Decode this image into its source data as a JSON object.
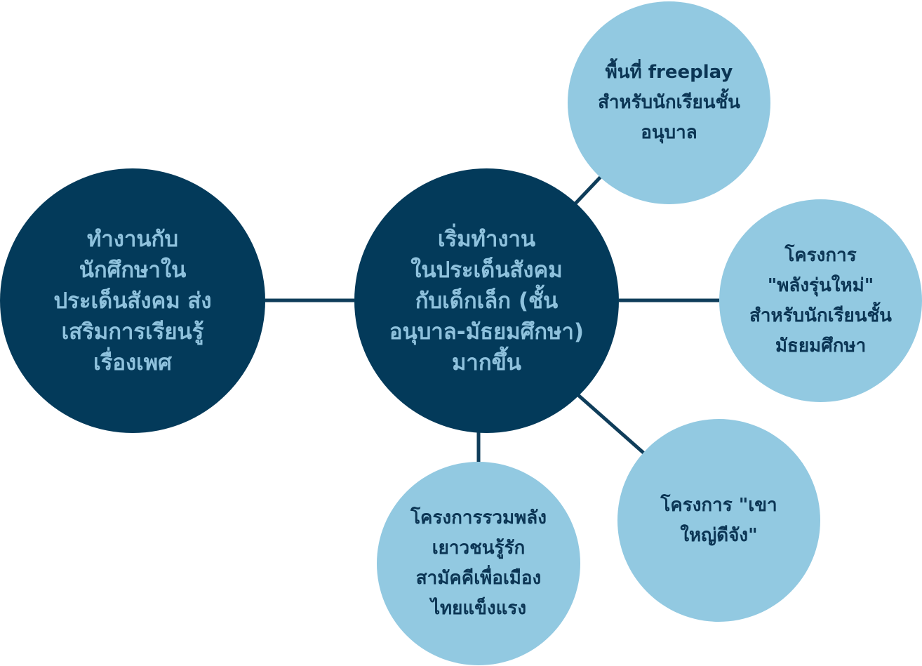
{
  "colors": {
    "dark_node": "#033a5a",
    "dark_text": "#8fc2dd",
    "light_node": "#92c9e1",
    "light_text": "#0b3554",
    "connector": "#0f3d5a"
  },
  "nodes": {
    "left": "ทำงานกับ\nนักศึกษาใน\nประเด็นสังคม ส่ง\nเสริมการเรียนรู้\nเรื่องเพศ",
    "center": "เริ่มทำงาน\nในประเด็นสังคม\nกับเด็กเล็ก (ชั้น\nอนุบาล-มัธยมศึกษา)\nมากขึ้น",
    "top": "พื้นที่ freeplay\nสำหรับนักเรียนชั้น\nอนุบาล",
    "right": "โครงการ\n\"พลังรุ่นใหม่\"\nสำหรับนักเรียนชั้น\nมัธยมศึกษา",
    "bottom_right": "โครงการ \"เขา\nใหญ่ดีจัง\"",
    "bottom": "โครงการรวมพลัง\nเยาวชนรู้รัก\nสามัคคีเพื่อเมือง\nไทยแข็งแรง"
  }
}
